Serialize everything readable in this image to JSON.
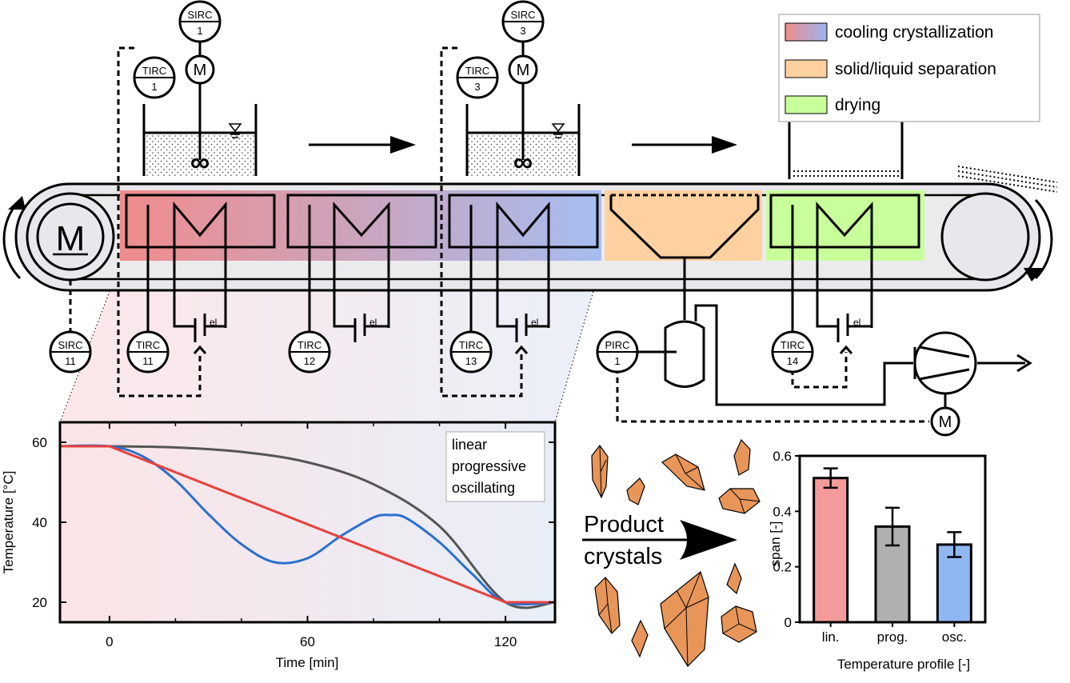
{
  "legend": {
    "items": [
      {
        "label": "cooling crystallization",
        "color_left": "#f08c8c",
        "color_right": "#9bb4f0"
      },
      {
        "label": "solid/liquid separation",
        "color": "#ffd0a0"
      },
      {
        "label": "drying",
        "color": "#c8ff9a"
      }
    ]
  },
  "instruments": {
    "sirc_1": {
      "top": "SIRC",
      "bottom": "1"
    },
    "sirc_3": {
      "top": "SIRC",
      "bottom": "3"
    },
    "tirc_1": {
      "top": "TIRC",
      "bottom": "1"
    },
    "tirc_3": {
      "top": "TIRC",
      "bottom": "3"
    },
    "sirc_11": {
      "top": "SIRC",
      "bottom": "11"
    },
    "tirc_11": {
      "top": "TIRC",
      "bottom": "11"
    },
    "tirc_12": {
      "top": "TIRC",
      "bottom": "12"
    },
    "tirc_13": {
      "top": "TIRC",
      "bottom": "13"
    },
    "pirc_1": {
      "top": "PIRC",
      "bottom": "1"
    },
    "tirc_14": {
      "top": "TIRC",
      "bottom": "14"
    }
  },
  "motor_label": "M",
  "heater_label": "el",
  "product": {
    "line1": "Product",
    "line2": "crystals"
  },
  "colors": {
    "linear": "#e8413c",
    "progressive": "#555555",
    "oscillating": "#2a70d0",
    "bar_lin": "#f59a9a",
    "bar_prog": "#b0b0b0",
    "bar_osc": "#8fb8f2"
  },
  "chart_data": [
    {
      "type": "line",
      "xlabel": "Time [min]",
      "ylabel": "Temperature [°C]",
      "xlim": [
        -15,
        135
      ],
      "ylim": [
        15,
        65
      ],
      "xticks": [
        0,
        60,
        120
      ],
      "yticks": [
        20,
        40,
        60
      ],
      "legend_position": "top-right",
      "series": [
        {
          "name": "linear",
          "x": [
            -15,
            0,
            120,
            135
          ],
          "y": [
            59,
            59,
            20,
            20
          ]
        },
        {
          "name": "progressive",
          "x": [
            -15,
            0,
            20,
            40,
            60,
            80,
            100,
            120,
            135
          ],
          "y": [
            59,
            59,
            58.7,
            57.6,
            55,
            49.5,
            39,
            20,
            20
          ]
        },
        {
          "name": "oscillating",
          "x": [
            -15,
            0,
            10,
            20,
            30,
            40,
            50,
            60,
            70,
            80,
            85,
            90,
            100,
            110,
            120,
            135
          ],
          "y": [
            59,
            59,
            56.5,
            50.5,
            42,
            34.5,
            30,
            31,
            36.5,
            41.2,
            41.8,
            41,
            35,
            27,
            20,
            20
          ]
        }
      ]
    },
    {
      "type": "bar",
      "xlabel": "Temperature profile [-]",
      "ylabel": "span [-]",
      "ylim": [
        0,
        0.6
      ],
      "yticks": [
        "0",
        "0.2",
        "0.4",
        "0.6"
      ],
      "categories": [
        "lin.",
        "prog.",
        "osc."
      ],
      "values": [
        0.52,
        0.345,
        0.28
      ],
      "errors": [
        0.035,
        0.068,
        0.045
      ]
    }
  ]
}
